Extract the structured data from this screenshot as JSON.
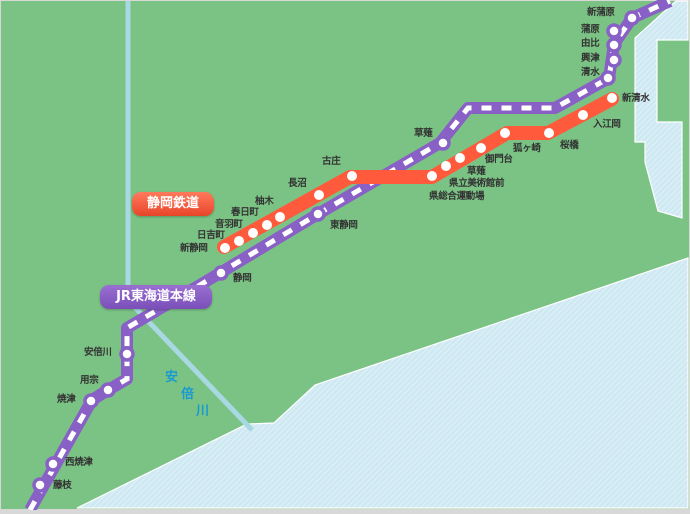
{
  "colors": {
    "land": "#7bc384",
    "sea": "#cfe9f3",
    "river": "#a8d8e2",
    "jr_line": "#8860c6",
    "shizutetsu_line": "#ff5a3c",
    "station_fill": "#ffffff",
    "label_text": "#333333",
    "river_label": "#1a9ad0"
  },
  "lines": {
    "shizutetsu": {
      "name": "静岡鉄道",
      "stations": [
        "新静岡",
        "日吉町",
        "音羽町",
        "春日町",
        "柚木",
        "長沼",
        "古庄",
        "県総合運動場",
        "県立美術館前",
        "草薙",
        "御門台",
        "狐ヶ崎",
        "桜橋",
        "入江岡",
        "新清水"
      ]
    },
    "jr": {
      "name": "JR東海道本線",
      "stations": [
        "藤枝",
        "西焼津",
        "焼津",
        "用宗",
        "安倍川",
        "静岡",
        "東静岡",
        "草薙",
        "清水",
        "興津",
        "由比",
        "蒲原",
        "新蒲原"
      ]
    }
  },
  "river": {
    "name_chars": [
      "安",
      "倍",
      "川"
    ]
  },
  "labels": {
    "shin_kambara": "新蒲原",
    "kambara": "蒲原",
    "yui": "由比",
    "okitsu": "興津",
    "shimizu": "清水",
    "shin_shimizu": "新清水",
    "iriee": "入江岡",
    "sakurabashi": "桜橋",
    "kitsunegasaki": "狐ヶ崎",
    "mikadodai": "御門台",
    "kusanagi_s": "草薙",
    "kenritsu_bijutsukan": "県立美術館前",
    "ken_sogo": "県総合運動場",
    "kusanagi_jr": "草薙",
    "furusho": "古庄",
    "naganuma": "長沼",
    "yunoki": "柚木",
    "kasugacho": "春日町",
    "otowacho": "音羽町",
    "hiyoshicho": "日吉町",
    "shin_shizuoka": "新静岡",
    "higashi_shizuoka": "東静岡",
    "shizuoka": "静岡",
    "abekawa": "安倍川",
    "mochimune": "用宗",
    "yaizu": "焼津",
    "nishi_yaizu": "西焼津",
    "fujieda": "藤枝"
  }
}
